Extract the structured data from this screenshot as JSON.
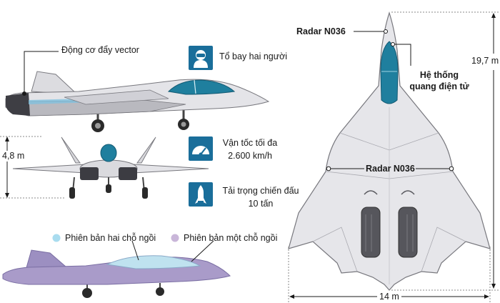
{
  "labels": {
    "engine": "Động cơ đẩy vector",
    "crew": "Tổ bay hai người",
    "speed_line1": "Vận tốc tối đa",
    "speed_line2": "2.600 km/h",
    "payload_line1": "Tải trọng chiến đấu",
    "payload_line2": "10 tấn",
    "height": "4,8 m",
    "radar_nose": "Radar N036",
    "radar_wing": "Radar N036",
    "optical_line1": "Hệ thống",
    "optical_line2": "quang điện tử",
    "length": "19,7 m",
    "span": "14 m",
    "two_seat": "Phiên bản hai chỗ ngồi",
    "one_seat": "Phiên bản một chỗ ngồi"
  },
  "colors": {
    "accent_blue": "#1a6e9a",
    "cockpit_teal": "#1f7f9e",
    "light_blue_dot": "#a9dcef",
    "lilac_dot": "#c9b6d9",
    "silhouette_purple": "#a99bc9",
    "airframe_light": "#e7e7ea",
    "airframe_dark": "#4a4a4f"
  },
  "icons": [
    "pilot-icon",
    "speedometer-icon",
    "missile-icon"
  ]
}
